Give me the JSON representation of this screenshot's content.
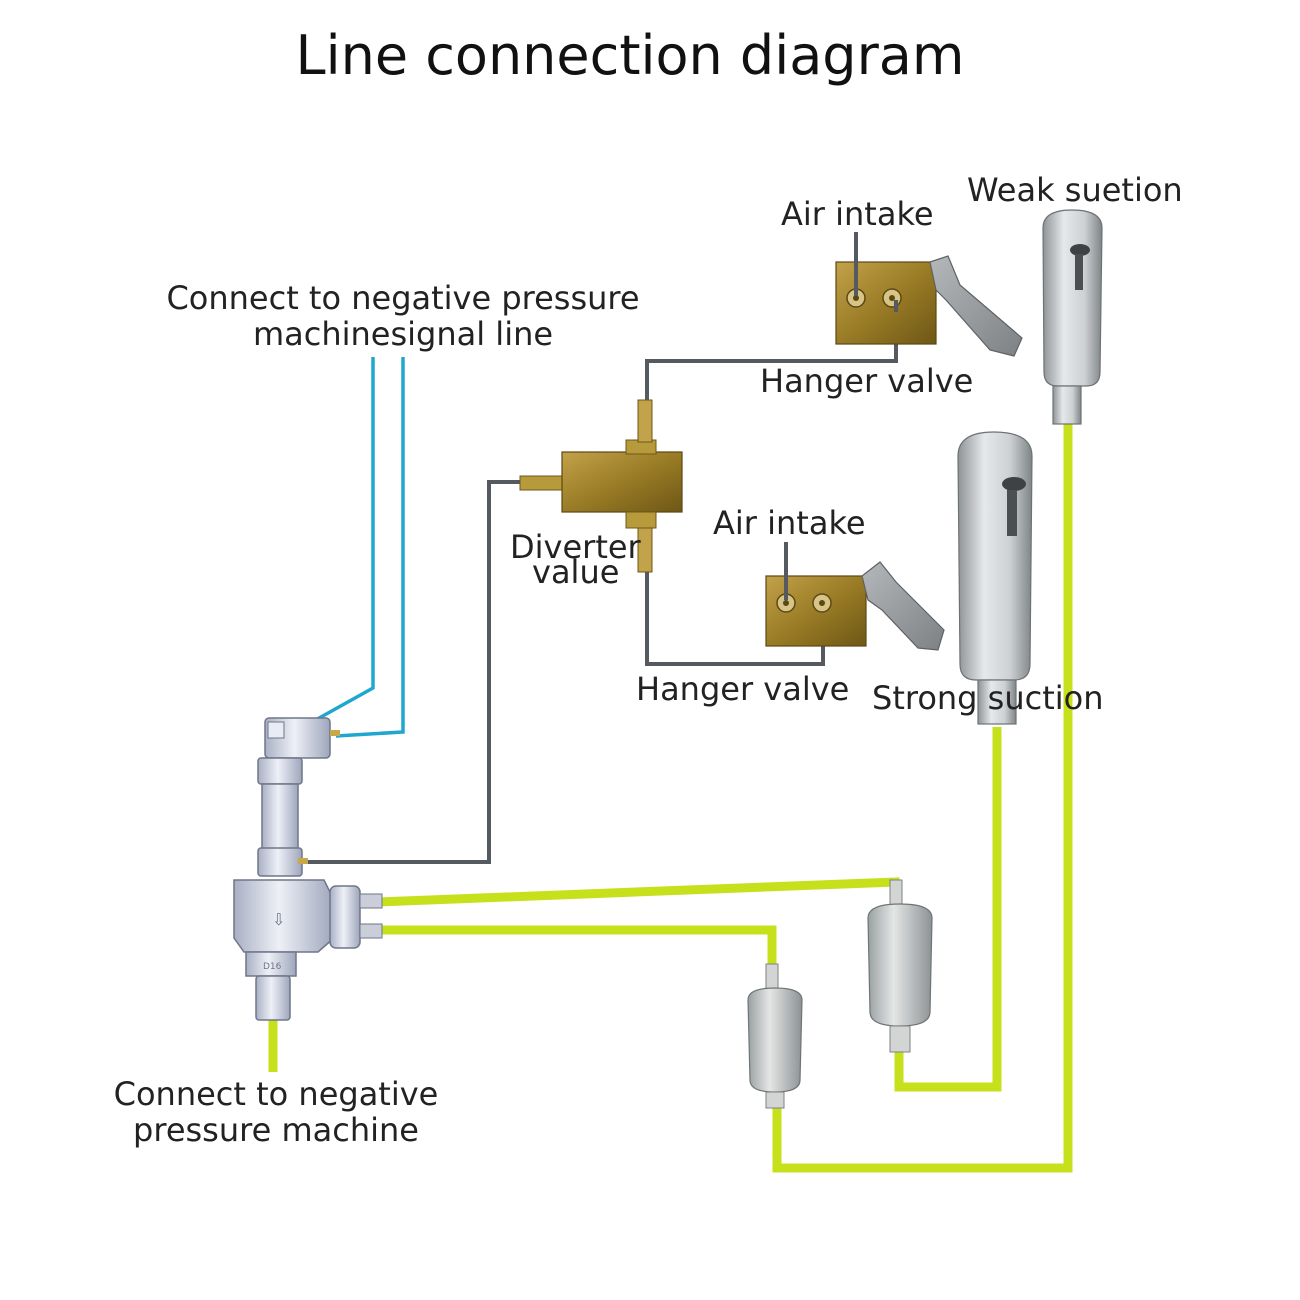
{
  "title": "Line connection diagram",
  "labels": {
    "weak_suction": "Weak suetion",
    "air_intake_top": "Air intake",
    "air_intake_bottom": "Air intake",
    "neg_signal_line_1": "Connect to negative pressure",
    "neg_signal_line_2": "machinesignal line",
    "hanger_valve_top": "Hanger valve",
    "hanger_valve_bottom": "Hanger valve",
    "diverter_1": "Diverter",
    "diverter_2": "value",
    "strong_suction": "Strong suction",
    "neg_machine_1": "Connect to negative",
    "neg_machine_2": "pressure machine"
  },
  "colors": {
    "suction_tube": "#c6e01c",
    "signal_line": "#1fa7cf",
    "air_line": "#555a60",
    "brass": "#a98b2c",
    "handpiece": "#c9cdd0",
    "valve_body": "#d3d8e6"
  }
}
